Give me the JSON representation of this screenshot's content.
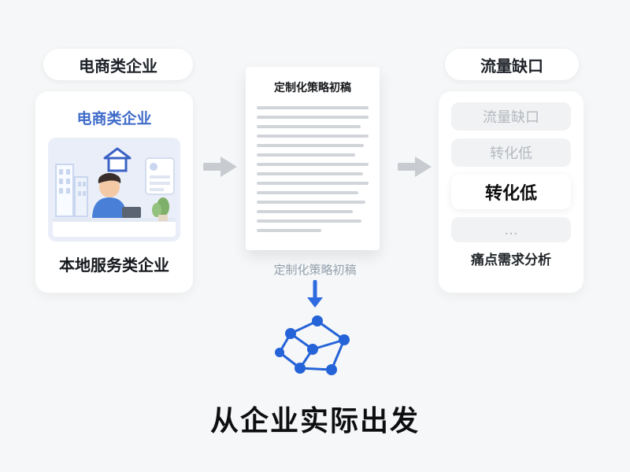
{
  "colors": {
    "background": "#f5f7f8",
    "accent_blue": "#2563d8",
    "arrow_gray": "#c8ccd0",
    "muted_text": "#b4b9be",
    "card_title_blue": "#3f6bc9"
  },
  "left_column": {
    "pill_label": "电商类企业",
    "card_title": "电商类企业",
    "card_caption": "本地服务类企业",
    "illustration": "person-at-desk-illustration"
  },
  "center_column": {
    "document_title": "定制化策略初稿",
    "document_caption": "定制化策略初稿",
    "headline": "从企业实际出发",
    "network_icon": "network-graph-icon"
  },
  "right_column": {
    "pill_label": "流量缺口",
    "list_items": [
      {
        "label": "流量缺口",
        "emphasis": "muted"
      },
      {
        "label": "转化低",
        "emphasis": "muted"
      },
      {
        "label": "转化低",
        "emphasis": "bold"
      },
      {
        "label": "...",
        "emphasis": "muted"
      }
    ],
    "caption": "痛点需求分析"
  }
}
